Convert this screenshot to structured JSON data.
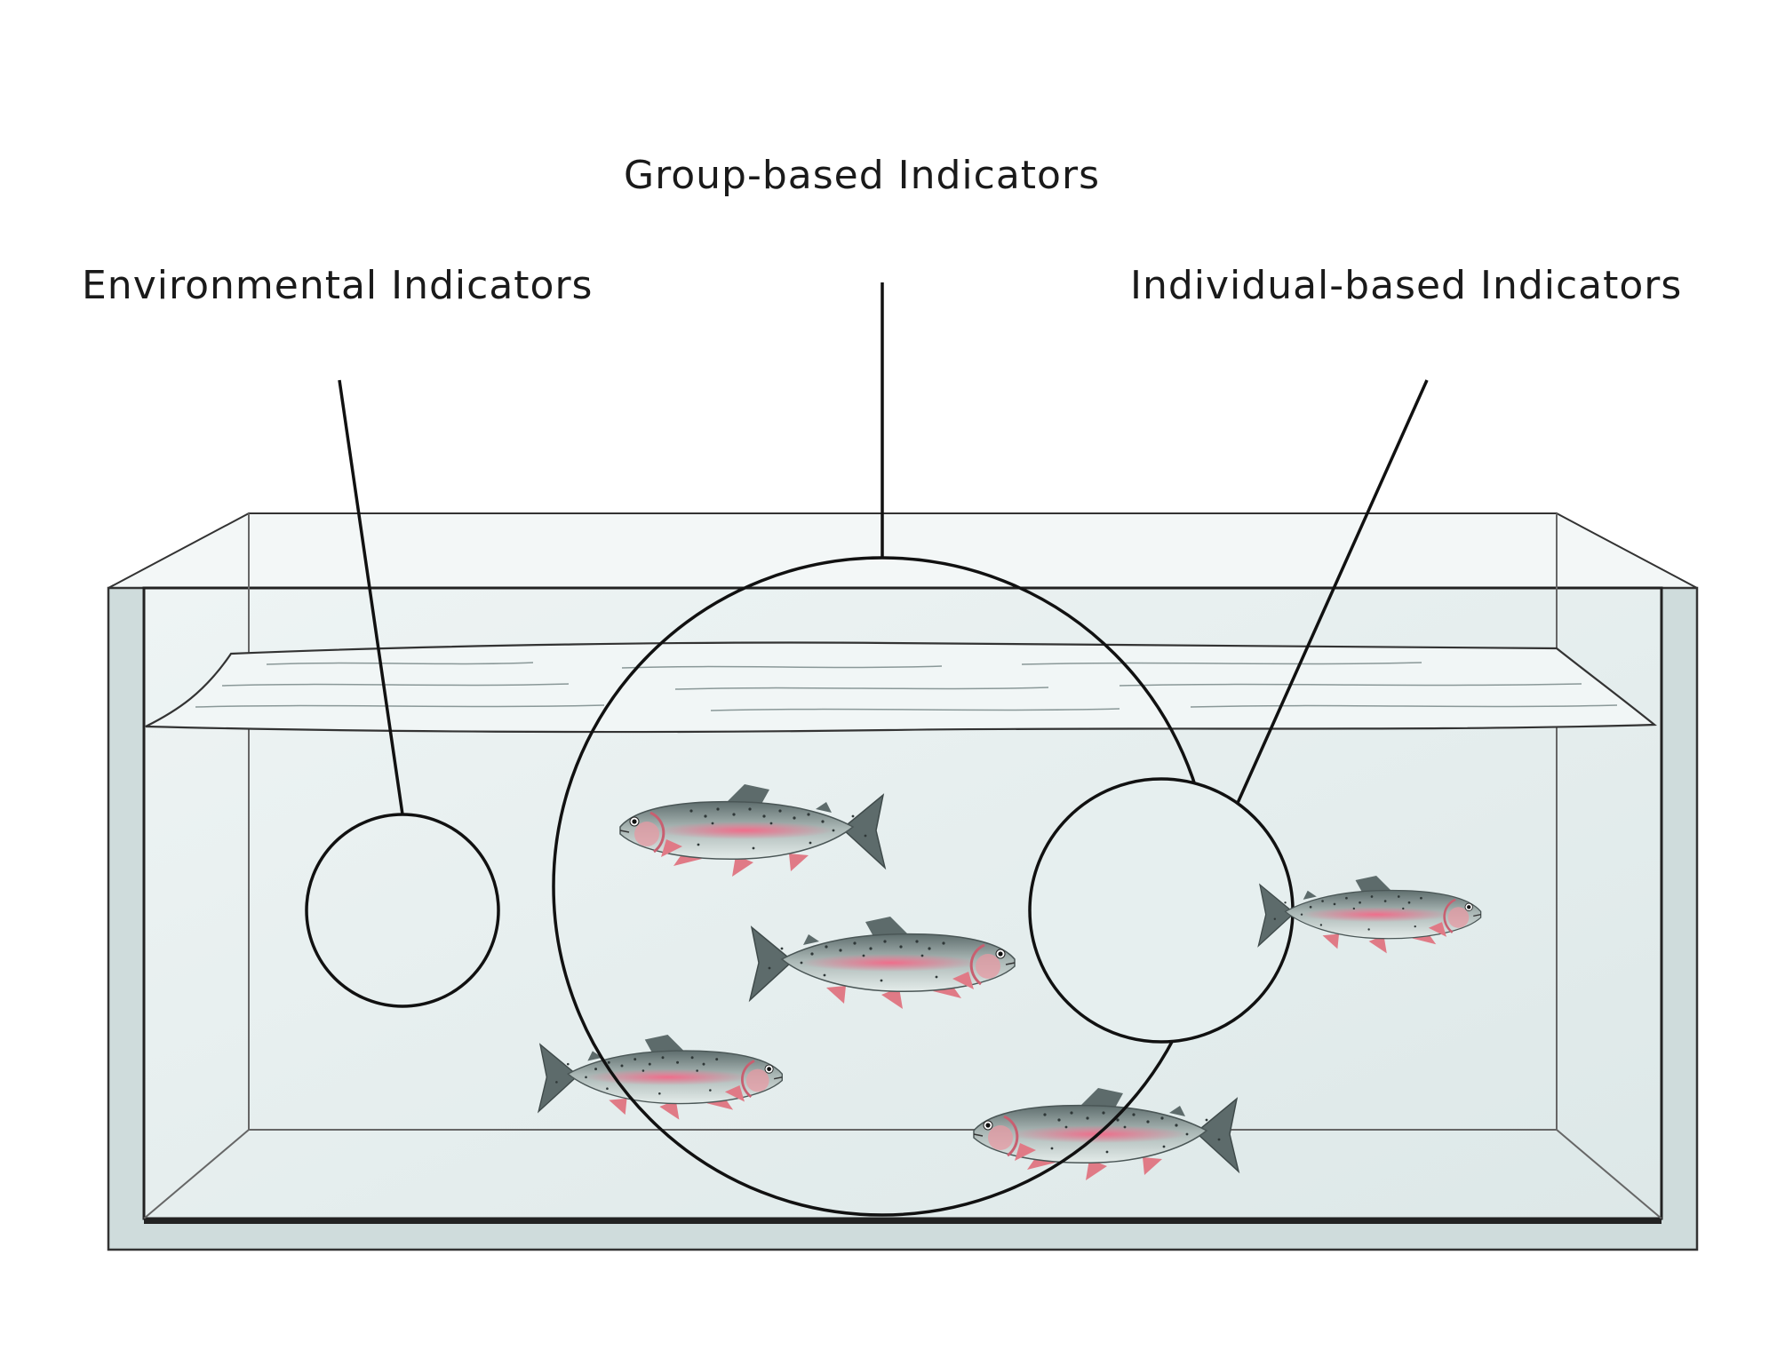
{
  "labels": {
    "group": "Group-based Indicators",
    "environmental": "Environmental Indicators",
    "individual": "Individual-based Indicators"
  },
  "colors": {
    "tank_glass": "#dfe9e9",
    "tank_wall": "#c3d3d3",
    "water": "#e6efef",
    "trout_body": "#8a9a9a",
    "trout_stripe": "#e7778c",
    "trout_fin": "#e07a86"
  }
}
